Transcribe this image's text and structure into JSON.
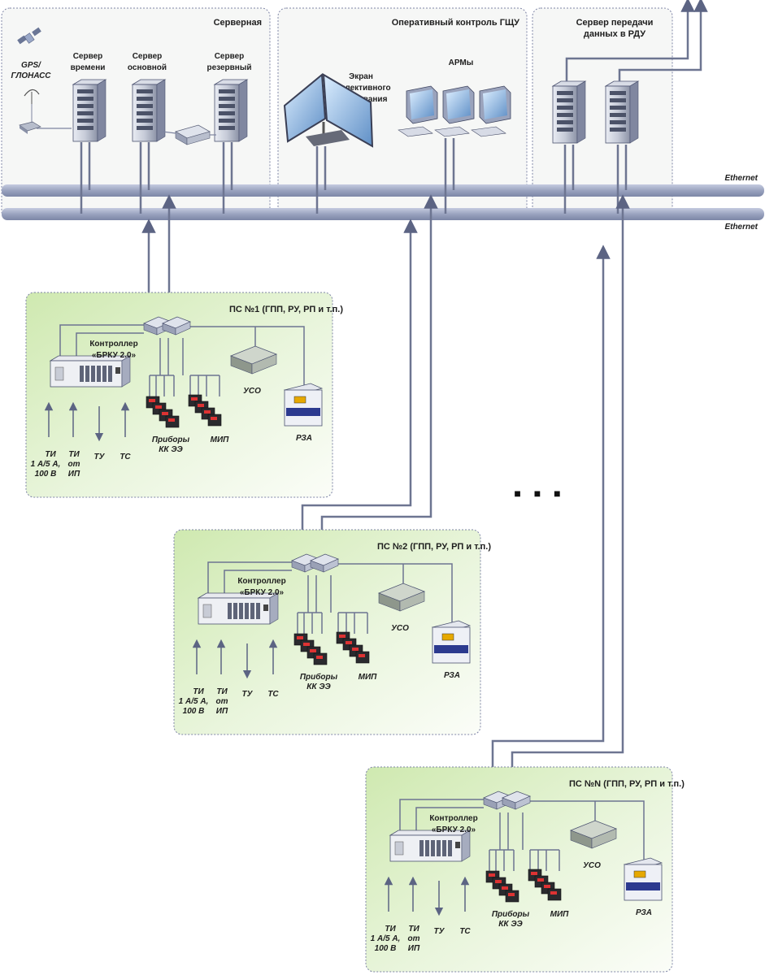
{
  "top": {
    "server_room": {
      "title": "Серверная",
      "gps_label": [
        "GPS/",
        "ГЛОНАСС"
      ],
      "time_server": [
        "Сервер",
        "времени"
      ],
      "main_server": [
        "Сервер",
        "основной"
      ],
      "backup_server": [
        "Сервер",
        "резервный"
      ]
    },
    "control": {
      "title": "Оперативный контроль ГЩУ",
      "screen": [
        "Экран",
        "коллективного",
        "пользования"
      ],
      "arm": "АРМы"
    },
    "transfer": {
      "title": [
        "Сервер передачи",
        "данных в РДУ"
      ]
    },
    "ethernet_1": "Ethernet",
    "ethernet_2": "Ethernet"
  },
  "substations": [
    {
      "title": "ПС №1 (ГПП, РУ, РП и т.п.)",
      "controller": [
        "Контроллер",
        "«БРКУ 2.0»"
      ],
      "uso": "УСО",
      "rza": "РЗА",
      "meters": [
        "Приборы",
        "КК ЭЭ"
      ],
      "mip": "МИП",
      "signals": {
        "ti_ac": [
          "ТИ",
          "1 А/5 А,",
          "100 В"
        ],
        "ti_ip": [
          "ТИ",
          "от",
          "ИП"
        ],
        "tu": "ТУ",
        "ts": "ТС"
      }
    },
    {
      "title": "ПС №2 (ГПП, РУ, РП и т.п.)",
      "controller": [
        "Контроллер",
        "«БРКУ 2.0»"
      ],
      "uso": "УСО",
      "rza": "РЗА",
      "meters": [
        "Приборы",
        "КК ЭЭ"
      ],
      "mip": "МИП",
      "signals": {
        "ti_ac": [
          "ТИ",
          "1 А/5 А,",
          "100 В"
        ],
        "ti_ip": [
          "ТИ",
          "от",
          "ИП"
        ],
        "tu": "ТУ",
        "ts": "ТС"
      }
    },
    {
      "title": "ПС №N (ГПП, РУ, РП и т.п.)",
      "controller": [
        "Контроллер",
        "«БРКУ 2.0»"
      ],
      "uso": "УСО",
      "rza": "РЗА",
      "meters": [
        "Приборы",
        "КК ЭЭ"
      ],
      "mip": "МИП",
      "signals": {
        "ti_ac": [
          "ТИ",
          "1 А/5 А,",
          "100 В"
        ],
        "ti_ip": [
          "ТИ",
          "от",
          "ИП"
        ],
        "tu": "ТУ",
        "ts": "ТС"
      }
    }
  ],
  "ellipsis": "■ ■ ■",
  "colors": {
    "bus": "#9aa4bf",
    "line": "#6d7591",
    "green_panel": "#d8eec0",
    "panel_border": "#8a8fb0"
  }
}
